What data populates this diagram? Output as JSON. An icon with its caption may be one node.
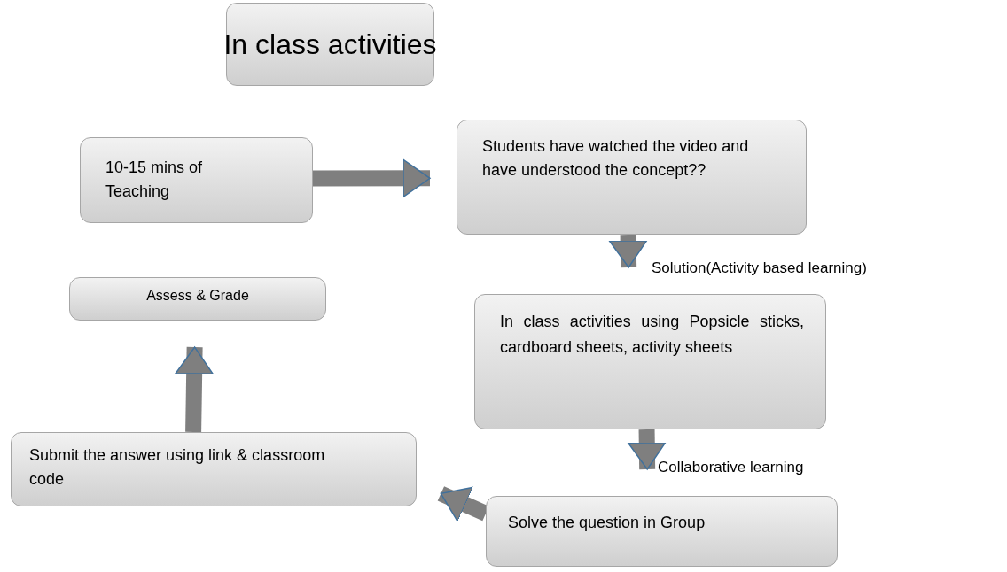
{
  "diagram": {
    "nodes": [
      {
        "text": [
          "In class activities"
        ]
      },
      {
        "text": [
          "10-15 mins of Teaching"
        ]
      },
      {
        "text": [
          "Students have watched the video and have understood the concept??"
        ]
      },
      {
        "text": [
          "In class activities using Popsicle sticks, cardboard sheets, activity sheets"
        ]
      },
      {
        "text": [
          "Solve the question in Group"
        ]
      },
      {
        "text": [
          "Submit the answer using link & classroom code"
        ]
      },
      {
        "text": [
          "Assess & Grade"
        ]
      }
    ],
    "edges": [
      {
        "from": 1,
        "to": 2,
        "arrow": "to"
      },
      {
        "from": 2,
        "to": 3,
        "arrow": "to",
        "label": "Solution(Activity based learning)"
      },
      {
        "from": 3,
        "to": 4,
        "arrow": "to",
        "label": "Collaborative learning"
      },
      {
        "from": 4,
        "to": 5,
        "arrow": "to"
      },
      {
        "from": 5,
        "to": 6,
        "arrow": "to"
      }
    ]
  }
}
